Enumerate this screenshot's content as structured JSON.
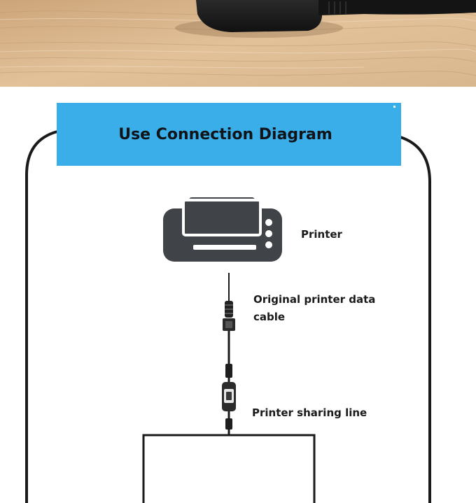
{
  "banner": {
    "title": "Use Connection Diagram"
  },
  "labels": {
    "printer": "Printer",
    "cable": "Original printer data cable",
    "sharing_line": "Printer sharing line"
  },
  "colors": {
    "banner": "#3aaee9",
    "icon": "#404448",
    "outline": "#1a1a1a",
    "wood": "#d9b58c"
  },
  "icons": [
    "printer-icon",
    "cable-connector-icon",
    "switch-icon"
  ]
}
